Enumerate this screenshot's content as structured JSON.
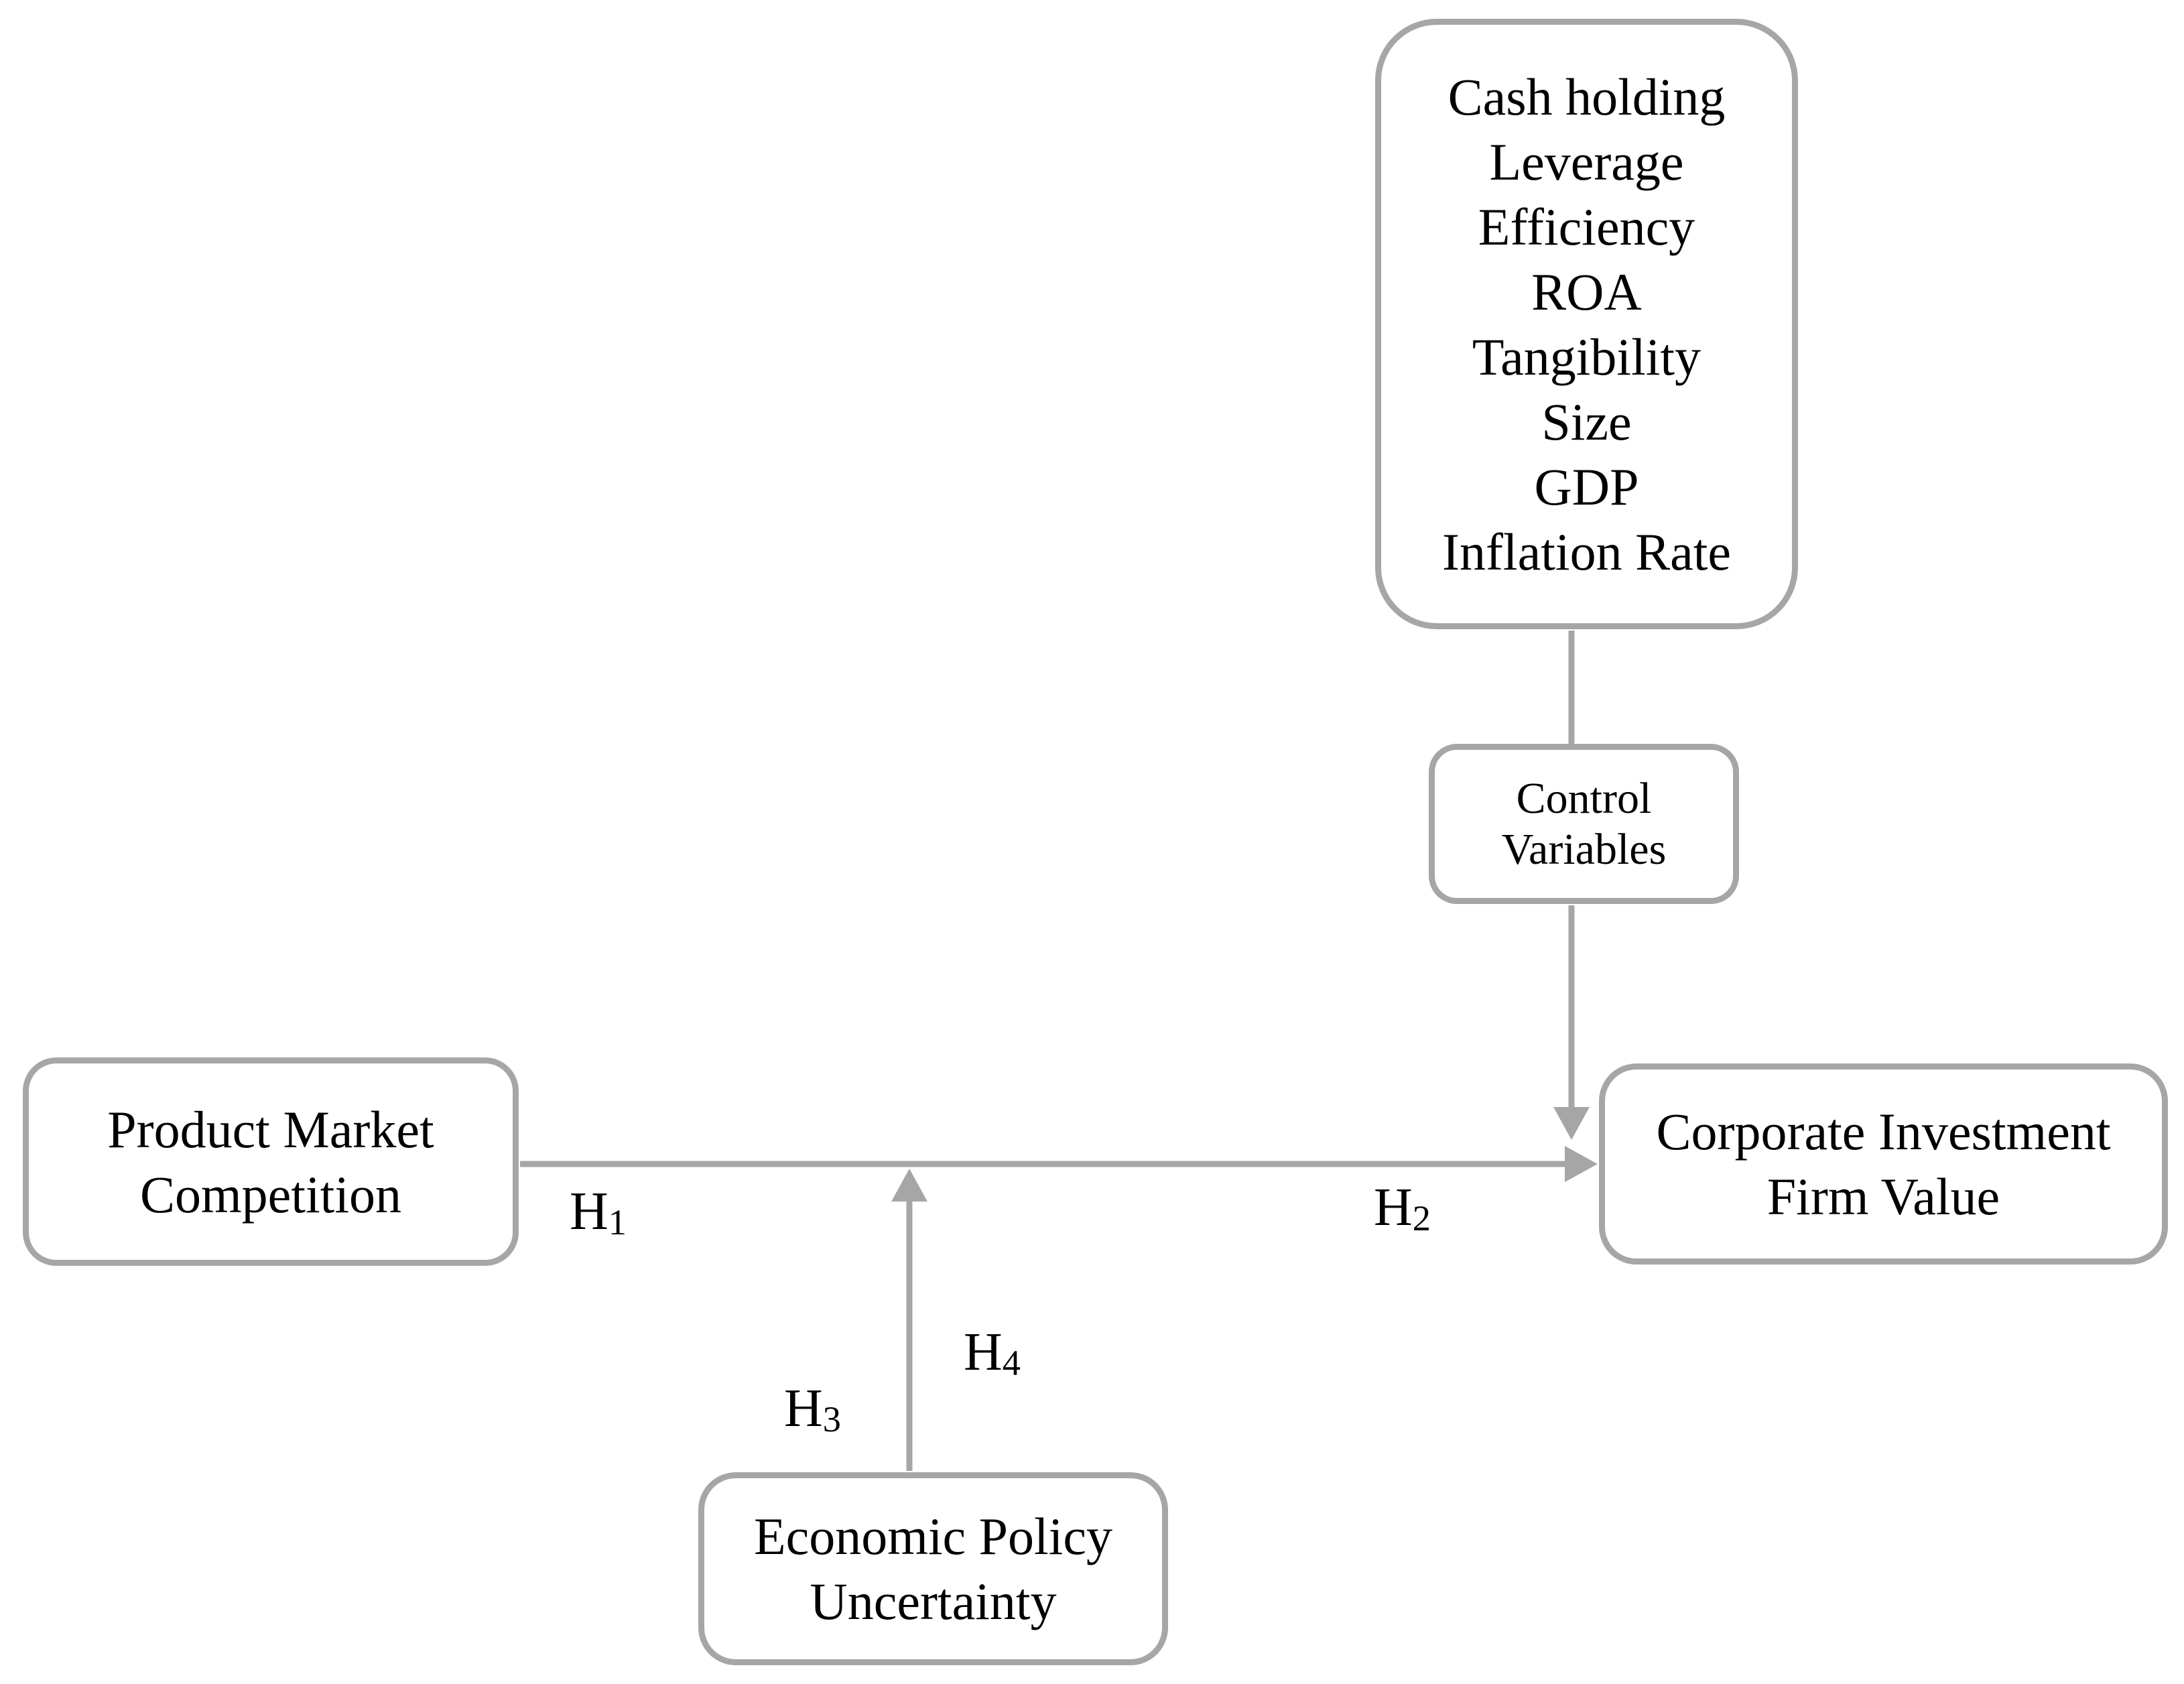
{
  "figure": {
    "background": "#ffffff",
    "line_color": "#a6a6a6",
    "text_color": "#000000"
  },
  "boxes": {
    "controls_list": {
      "lines": [
        "Cash holding",
        "Leverage",
        "Efficiency",
        "ROA",
        "Tangibility",
        "Size",
        "GDP",
        "Inflation Rate"
      ]
    },
    "control_variables": {
      "lines": [
        "Control",
        "Variables"
      ]
    },
    "product_market_competition": {
      "lines": [
        "Product Market",
        "Competition"
      ]
    },
    "corporate_investment": {
      "lines": [
        "Corporate Investment",
        "Firm Value"
      ]
    },
    "economic_policy_uncertainty": {
      "lines": [
        "Economic Policy",
        "Uncertainty"
      ]
    }
  },
  "hypotheses": {
    "h1": {
      "base": "H",
      "sub": "1"
    },
    "h2": {
      "base": "H",
      "sub": "2"
    },
    "h3": {
      "base": "H",
      "sub": "3"
    },
    "h4": {
      "base": "H",
      "sub": "4"
    }
  }
}
